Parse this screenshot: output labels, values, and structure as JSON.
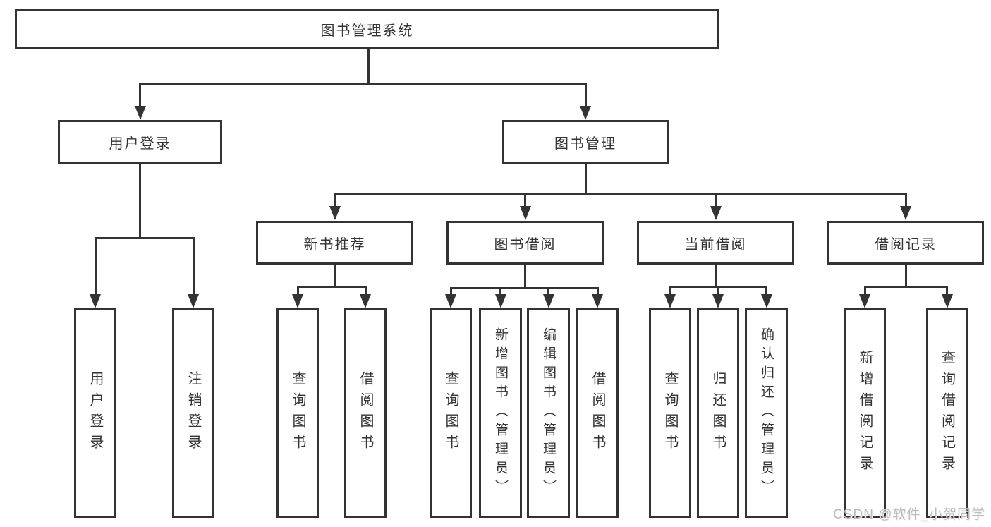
{
  "nodes": {
    "root": "图书管理系统",
    "user_login": "用户登录",
    "book_management": "图书管理",
    "new_book_recommend": "新书推荐",
    "book_borrow": "图书借阅",
    "current_borrow": "当前借阅",
    "borrow_records": "借阅记录",
    "leaf_login": "用户登录",
    "leaf_logout": "注销登录",
    "leaf_nb_query_book": "查询图书",
    "leaf_nb_borrow_book": "借阅图书",
    "leaf_bb_query_book": "查询图书",
    "leaf_bb_add_book": "新增图书（管理员）",
    "leaf_bb_edit_book": "编辑图书（管理员）",
    "leaf_bb_borrow_book": "借阅图书",
    "leaf_cb_query_book": "查询图书",
    "leaf_cb_return_book": "归还图书",
    "leaf_cb_confirm_return": "确认归还（管理员）",
    "leaf_br_add_record": "新增借阅记录",
    "leaf_br_query_record": "查询借阅记录"
  },
  "watermark": "CSDN @软件_小贺同学",
  "colors": {
    "line": "#333333",
    "text": "#333333",
    "background": "#ffffff",
    "watermark": "#bdbdbd"
  }
}
